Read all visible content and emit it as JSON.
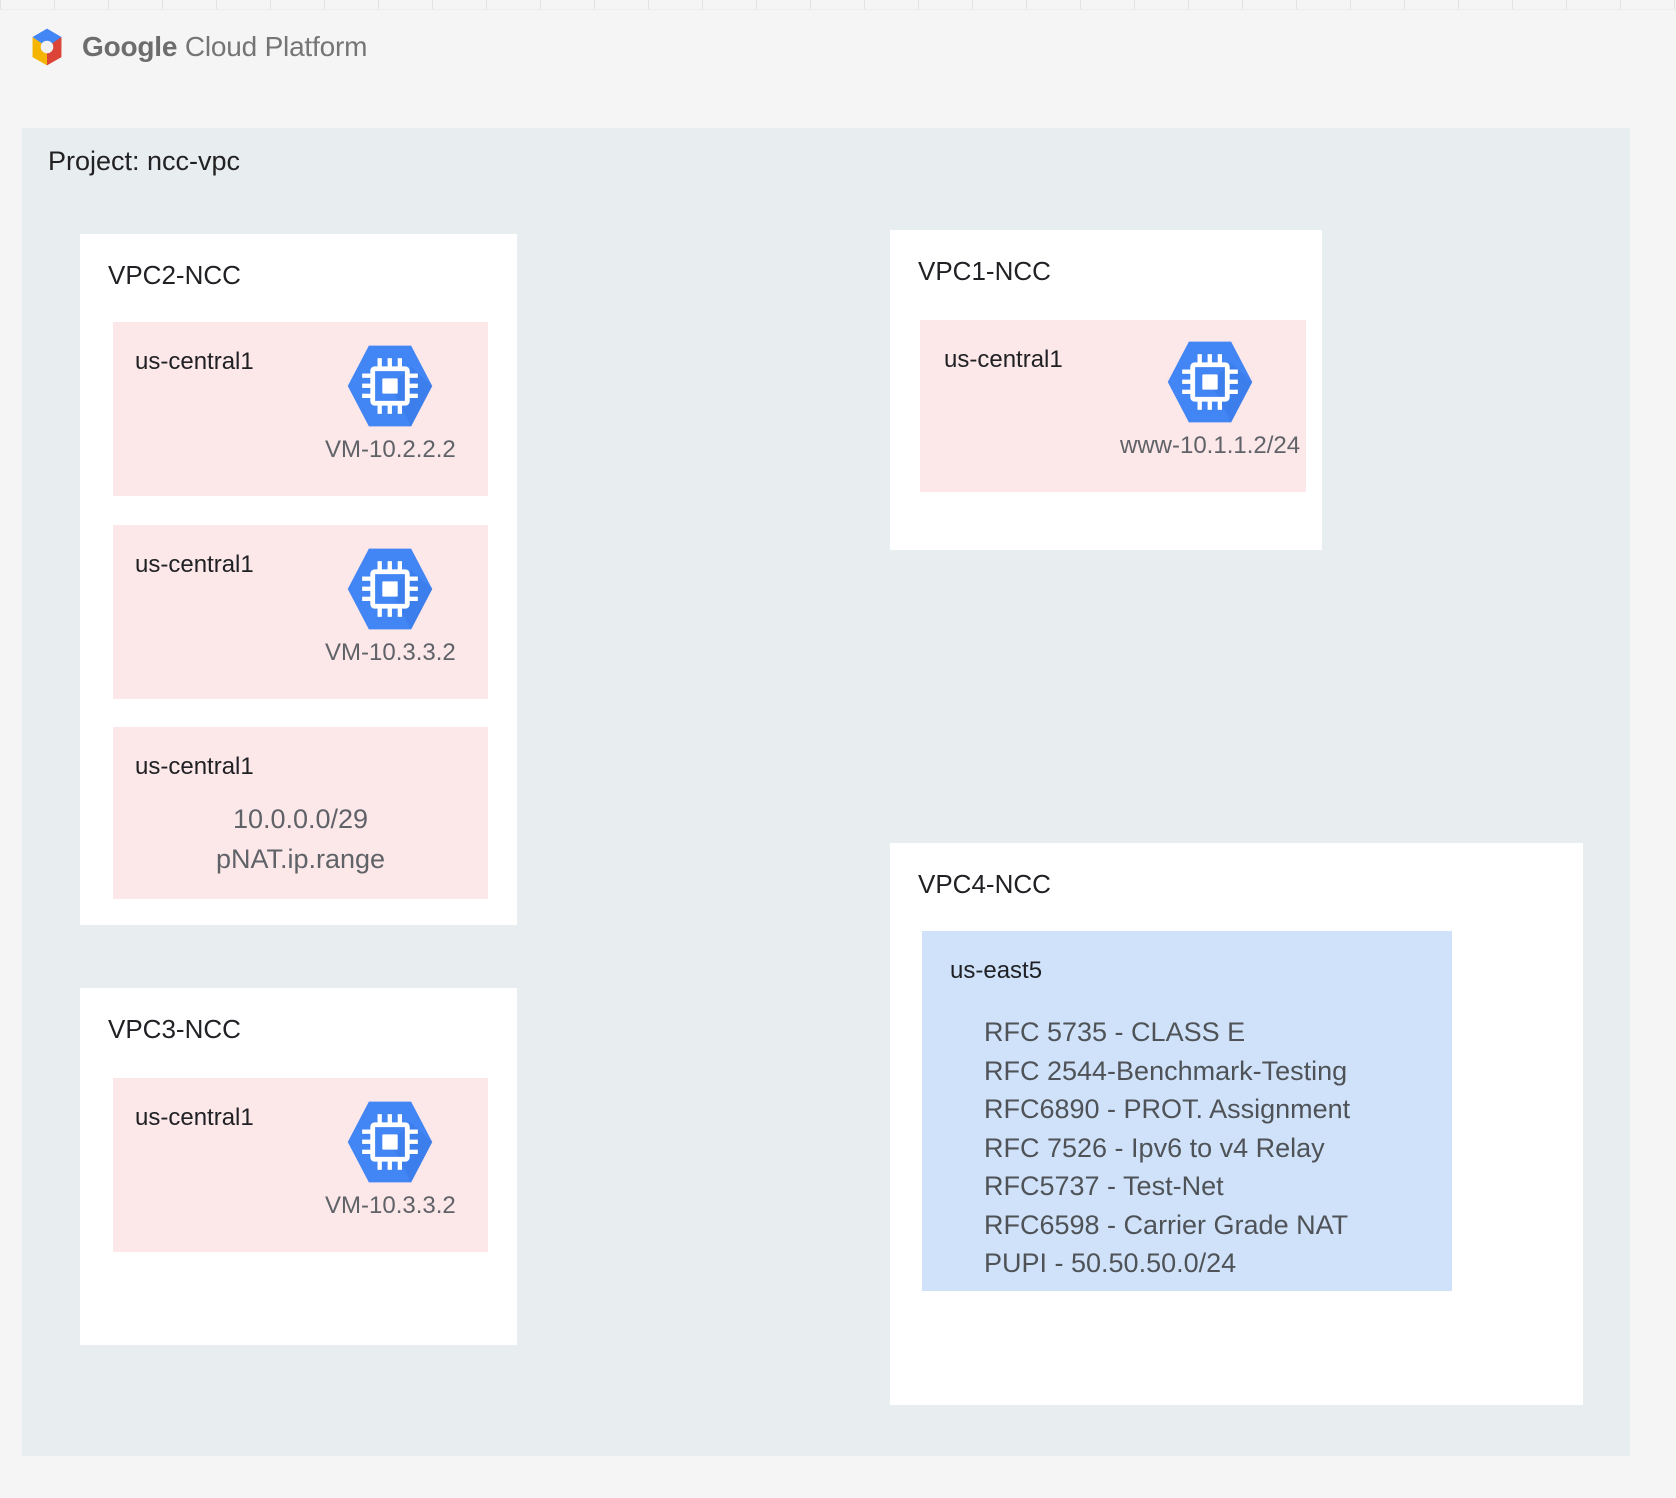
{
  "header": {
    "logo_icon": "google-cloud-platform-logo",
    "brand_google": "Google",
    "brand_rest": " Cloud Platform"
  },
  "project": {
    "title": "Project: ncc-vpc"
  },
  "vpcs": [
    {
      "id": "vpc2",
      "title": "VPC2-NCC",
      "subnets": [
        {
          "id": "vpc2-subnet-1",
          "region": "us-central1",
          "kind": "vm",
          "vm_icon": "compute-engine-vm-icon",
          "vm_label": "VM-10.2.2.2"
        },
        {
          "id": "vpc2-subnet-2",
          "region": "us-central1",
          "kind": "vm",
          "vm_icon": "compute-engine-vm-icon",
          "vm_label": "VM-10.3.3.2"
        },
        {
          "id": "vpc2-subnet-3",
          "region": "us-central1",
          "kind": "text",
          "line1": "10.0.0.0/29",
          "line2": "pNAT.ip.range"
        }
      ]
    },
    {
      "id": "vpc1",
      "title": "VPC1-NCC",
      "subnets": [
        {
          "id": "vpc1-subnet-1",
          "region": "us-central1",
          "kind": "vm",
          "vm_icon": "compute-engine-vm-icon",
          "vm_label": "www-10.1.1.2/24"
        }
      ]
    },
    {
      "id": "vpc3",
      "title": "VPC3-NCC",
      "subnets": [
        {
          "id": "vpc3-subnet-1",
          "region": "us-central1",
          "kind": "vm",
          "vm_icon": "compute-engine-vm-icon",
          "vm_label": "VM-10.3.3.2"
        }
      ]
    },
    {
      "id": "vpc4",
      "title": "VPC4-NCC",
      "subnets": [
        {
          "id": "vpc4-subnet-1",
          "region": "us-east5",
          "kind": "rfc-list",
          "lines": [
            "RFC 5735 - CLASS E",
            "RFC 2544-Benchmark-Testing",
            "RFC6890 - PROT. Assignment",
            "RFC 7526 - Ipv6 to v4 Relay",
            "RFC5737 - Test-Net",
            "RFC6598 - Carrier Grade NAT",
            "PUPI - 50.50.50.0/24"
          ]
        }
      ]
    }
  ],
  "colors": {
    "page_background": "#f5f5f5",
    "project_background": "#e8edf0",
    "vpc_card_background": "#ffffff",
    "subnet_pink": "#fce7e9",
    "subnet_blue": "#cfe2f9",
    "vm_hexagon": "#4285f4",
    "vm_hexagon_shadow": "#3b78e7",
    "text_primary": "#202124",
    "text_secondary": "#5f6368",
    "logo_blue": "#4285f4",
    "logo_red": "#db4437",
    "logo_yellow": "#f4b400"
  }
}
